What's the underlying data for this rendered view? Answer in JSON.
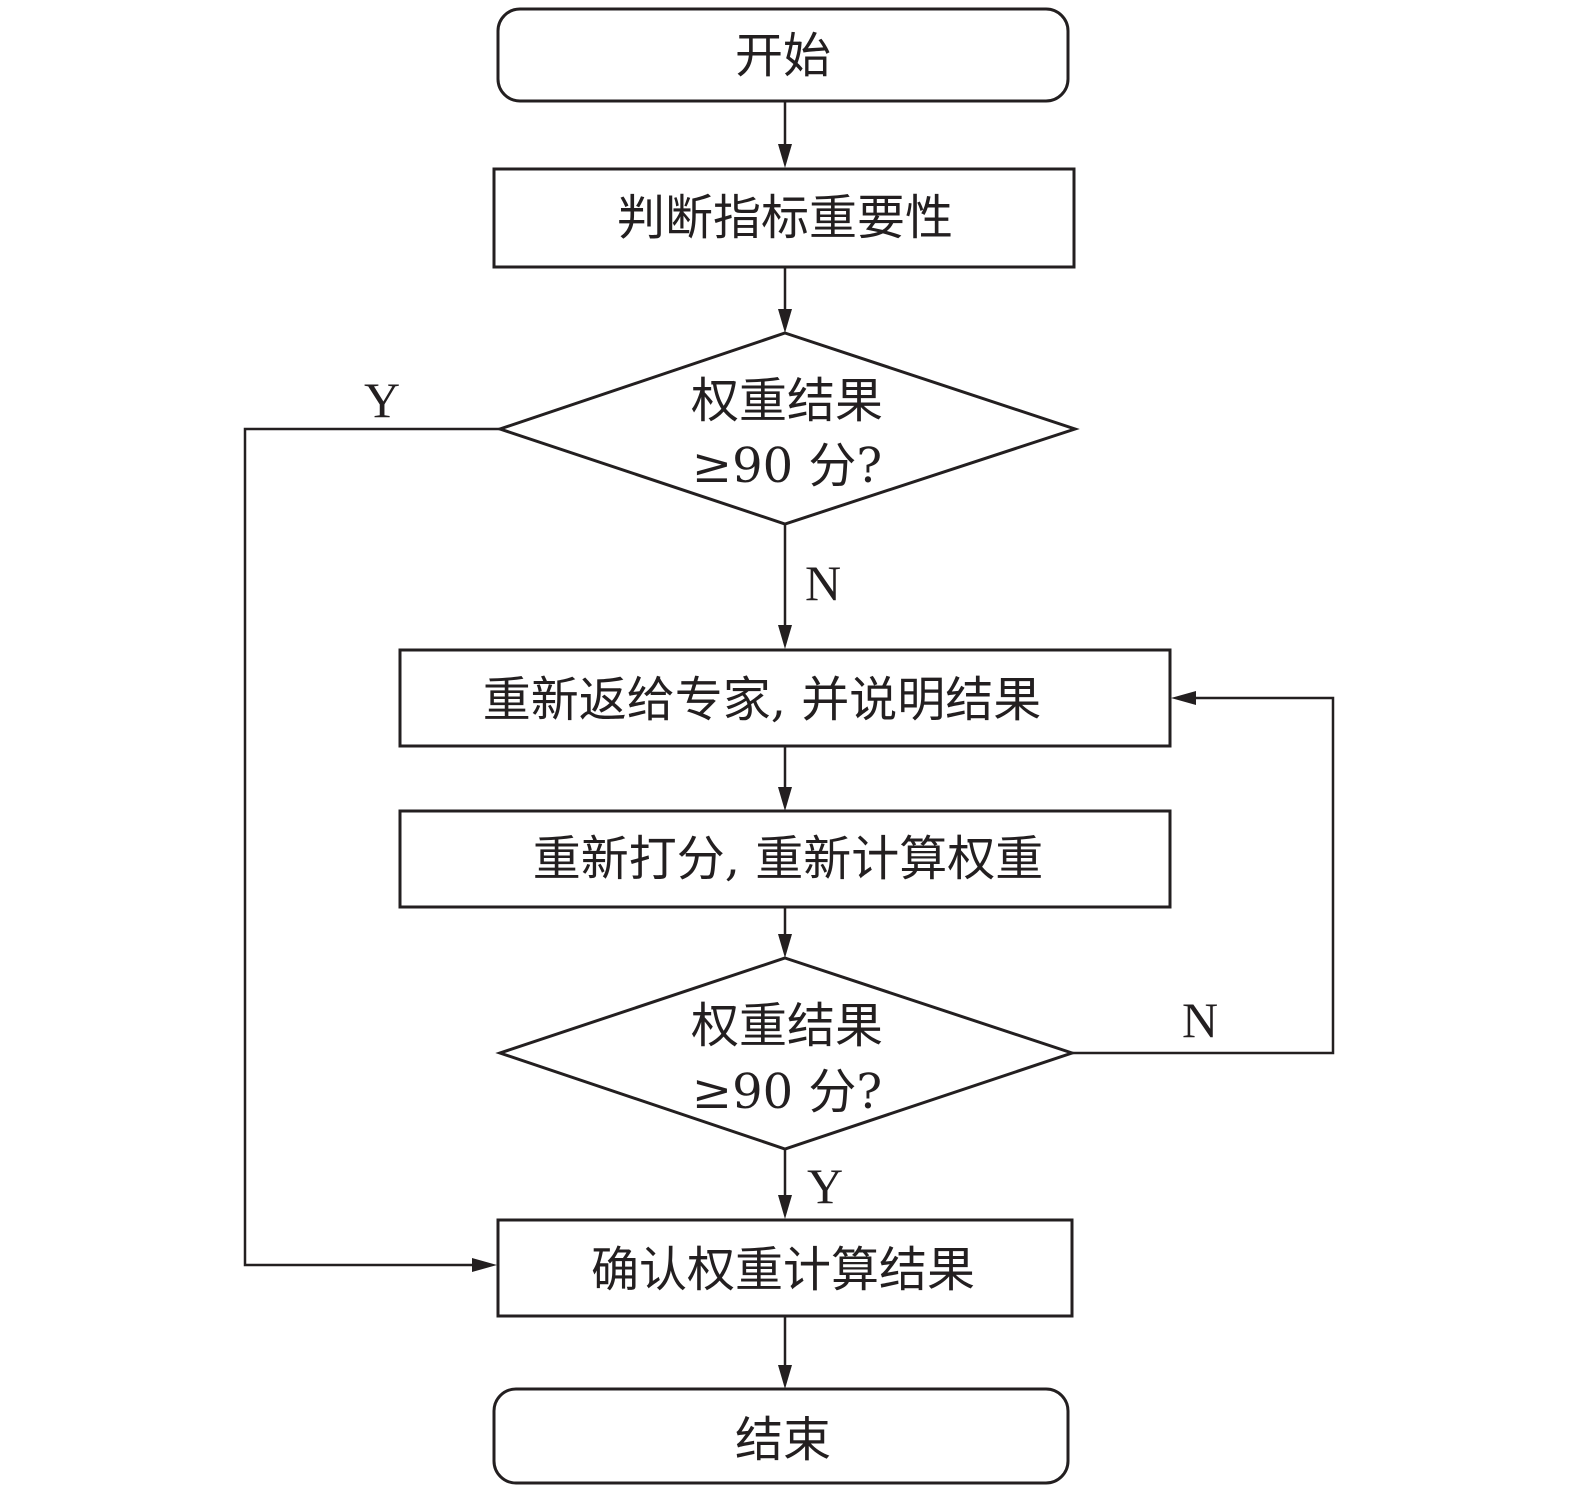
{
  "diagram": {
    "type": "flowchart",
    "nodes": {
      "start": {
        "shape": "terminator",
        "text": "开始"
      },
      "judge_importance": {
        "shape": "process",
        "text": "判断指标重要性"
      },
      "decision1": {
        "shape": "decision",
        "line1": "权重结果",
        "line2": "≥90 分?"
      },
      "return_experts": {
        "shape": "process",
        "text": "重新返给专家, 并说明结果"
      },
      "rescore": {
        "shape": "process",
        "text": "重新打分, 重新计算权重"
      },
      "decision2": {
        "shape": "decision",
        "line1": "权重结果",
        "line2": "≥90 分?"
      },
      "confirm": {
        "shape": "process",
        "text": "确认权重计算结果"
      },
      "end": {
        "shape": "terminator",
        "text": "结束"
      }
    },
    "edges": [
      {
        "from": "start",
        "to": "judge_importance",
        "label": ""
      },
      {
        "from": "judge_importance",
        "to": "decision1",
        "label": ""
      },
      {
        "from": "decision1",
        "to": "confirm",
        "label": "Y"
      },
      {
        "from": "decision1",
        "to": "return_experts",
        "label": "N"
      },
      {
        "from": "return_experts",
        "to": "rescore",
        "label": ""
      },
      {
        "from": "rescore",
        "to": "decision2",
        "label": ""
      },
      {
        "from": "decision2",
        "to": "return_experts",
        "label": "N"
      },
      {
        "from": "decision2",
        "to": "confirm",
        "label": "Y"
      },
      {
        "from": "confirm",
        "to": "end",
        "label": ""
      }
    ],
    "edge_labels": {
      "d1_yes": "Y",
      "d1_no": "N",
      "d2_no": "N",
      "d2_yes": "Y"
    },
    "colors": {
      "stroke": "#231f20",
      "fill": "#ffffff",
      "text": "#231f20"
    }
  }
}
